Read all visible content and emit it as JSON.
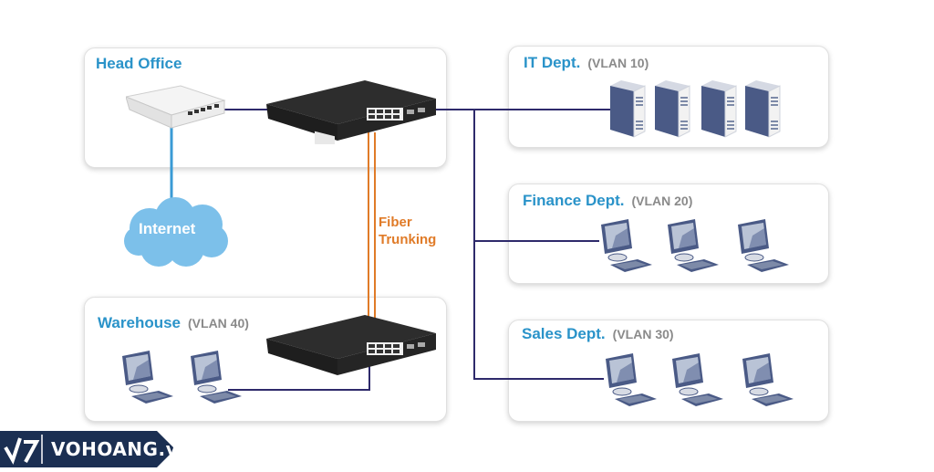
{
  "diagram": {
    "panels": {
      "head_office": {
        "title": "Head Office"
      },
      "it": {
        "title": "IT Dept.",
        "vlan": "(VLAN 10)",
        "device_count": 4
      },
      "finance": {
        "title": "Finance Dept.",
        "vlan": "(VLAN 20)",
        "device_count": 3
      },
      "sales": {
        "title": "Sales Dept.",
        "vlan": "(VLAN 30)",
        "device_count": 3
      },
      "warehouse": {
        "title": "Warehouse",
        "vlan": "(VLAN 40)",
        "device_count": 2
      }
    },
    "internet_label": "Internet",
    "fiber_label_line1": "Fiber",
    "fiber_label_line2": "Trunking",
    "colors": {
      "title_blue": "#2a93c9",
      "vlan_gray": "#8a8a8a",
      "fiber_orange": "#e07b28",
      "lan_line": "#2e2a6b",
      "internet_line": "#3a9bd5",
      "cloud": "#7cc0ea",
      "logo_bg": "#1b2f52"
    }
  },
  "watermark": {
    "text": "VOHOANG.vn"
  }
}
